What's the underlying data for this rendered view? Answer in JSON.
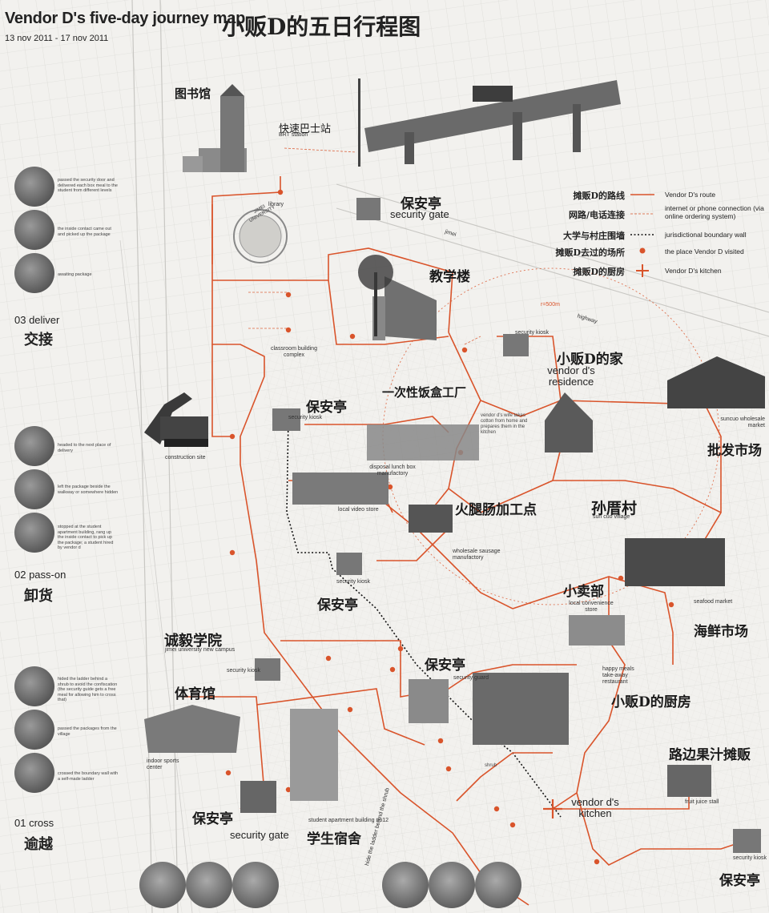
{
  "header": {
    "title_en": "Vendor D's five-day journey map",
    "date_range": "13 nov 2011 - 17 nov 2011",
    "title_cn": "小贩D的五日行程图"
  },
  "legend": {
    "route_cn": "摊贩D的路线",
    "route_en": "Vendor D's route",
    "connection_cn": "网路/电话连接",
    "connection_en": "internet or phone connection (via online ordering system)",
    "boundary_cn": "大学与村庄围墙",
    "boundary_en": "jurisdictional boundary wall",
    "visited_cn": "摊贩D去过的场所",
    "visited_en": "the place Vendor D visited",
    "kitchen_cn": "摊贩D的厨房",
    "kitchen_en": "Vendor D's kitchen",
    "route_color": "#d9542b"
  },
  "places": {
    "library_cn": "图书馆",
    "library_en": "library",
    "brt_cn": "快速巴士站",
    "brt_en": "BRT station",
    "security_gate_cn": "保安亭",
    "security_gate_en": "security gate",
    "teaching_cn": "教学楼",
    "classroom_en": "classroom building complex",
    "radius_label": "r=500m",
    "vendor_home_cn": "小贩D的家",
    "vendor_home_en": "vendor d's residence",
    "security_kiosk_cn": "保安亭",
    "security_kiosk_en": "security kiosk",
    "lunchbox_cn": "一次性饭盒工厂",
    "lunchbox_en": "disposal lunch box manufactory",
    "vendor_chore_note": "vendor d's wife takes cotton from home and prepares them in the kitchen",
    "wholesale_en": "suncuo wholesale market",
    "wholesale_cn": "批发市场",
    "construction_en": "construction site",
    "local_video_en": "local video store",
    "sausage_cn": "火腿肠加工点",
    "sausage_en": "wholesale sausage manufactory",
    "village_cn": "孙厝村",
    "village_en": "sun cuo village",
    "security_kiosk2_cn": "保安亭",
    "security_kiosk2_en": "security kiosk",
    "store_cn": "小卖部",
    "store_en": "local convenience store",
    "seafood_en": "seafood market",
    "seafood_cn": "海鲜市场",
    "campus_cn": "诚毅学院",
    "campus_en": "jimei university new campus",
    "security_kiosk3_en": "security kiosk",
    "guard_cn": "保安亭",
    "guard_en": "security guard",
    "gym_cn": "体育馆",
    "gym_en": "indoor sports center",
    "takeaway_en": "happy meals take-away restaurant",
    "kitchen_cn": "小贩D的厨房",
    "juice_cn": "路边果汁摊贩",
    "juice_en": "fruit juice stall",
    "vendor_kitchen_en": "vendor d's kitchen",
    "dorm_en": "student apartment building no12",
    "dorm_cn": "学生宿舍",
    "security_gate2_cn": "保安亭",
    "security_gate2_en": "security gate",
    "security_kiosk4_en": "security kiosk",
    "security_kiosk4_cn": "保安亭",
    "ladder_note": "hide the ladder behind the shrub",
    "shrub_en": "shrub",
    "jimei_road": "jimei",
    "highway_road": "highway",
    "university_sign": "JIMEI UNIVERSITY"
  },
  "steps": {
    "deliver_en": "03 deliver",
    "deliver_cn": "交接",
    "deliver_notes": [
      "passed the security door and delivered each box meal to the student from different levels",
      "the inside contact came out and picked up the package",
      "awaiting package"
    ],
    "passon_en": "02 pass-on",
    "passon_cn": "卸货",
    "passon_notes": [
      "headed to the next place of delivery",
      "left the package beside the walkway or somewhere hidden",
      "stopped at the student apartment building, rang up the inside contact to pick up the package; a student hired by vendor d"
    ],
    "cross_en": "01 cross",
    "cross_cn": "逾越",
    "cross_notes": [
      "hided the ladder behind a shrub to avoid the confiscation (the security guide gets a free meal for allowing him to cross that)",
      "passed the packages from the village",
      "crossed the boundary wall with a self-made ladder"
    ]
  }
}
